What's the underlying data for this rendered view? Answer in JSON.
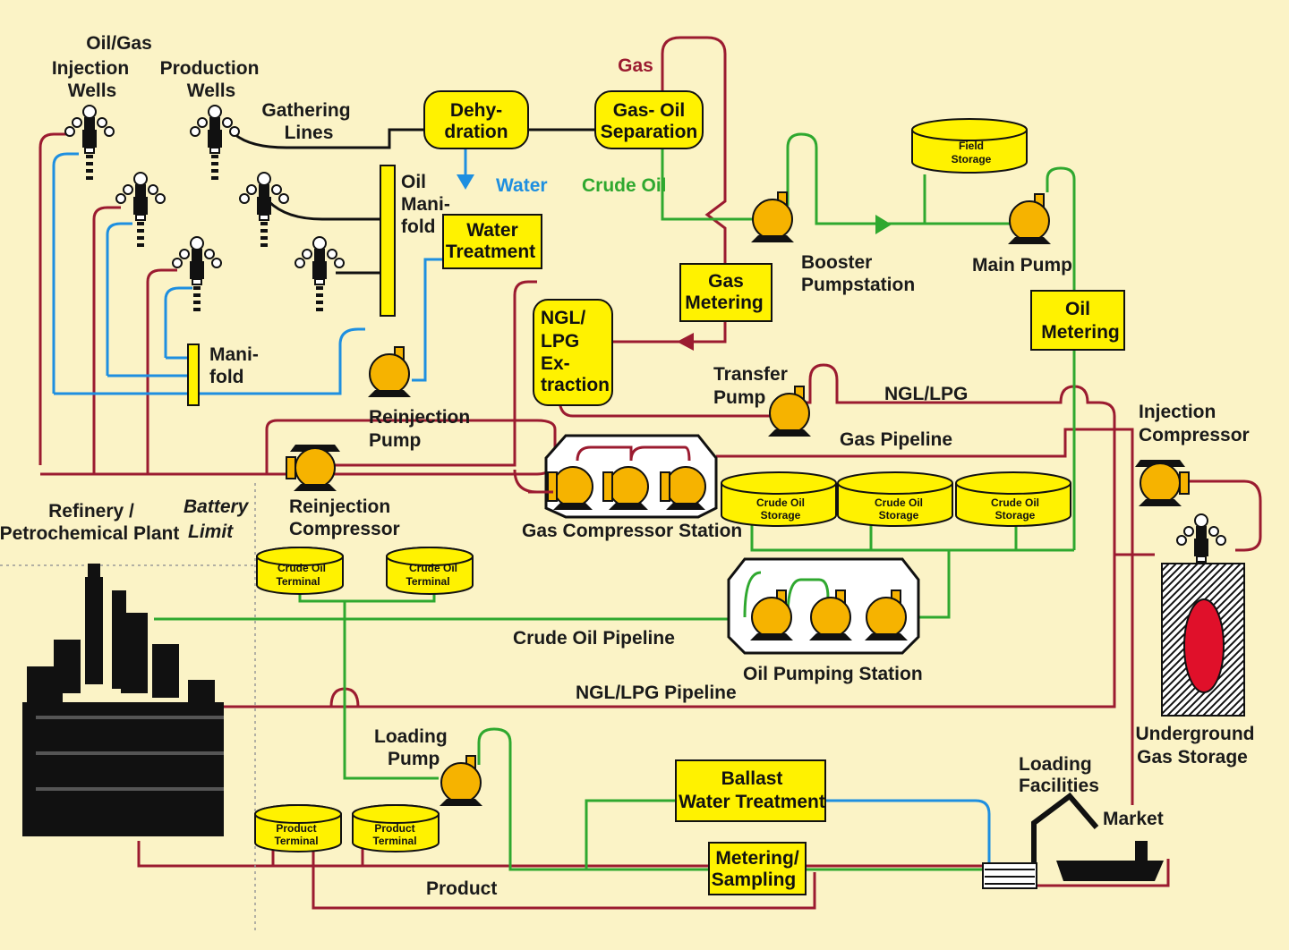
{
  "labels": {
    "oil_gas_injection_wells": [
      "Oil/Gas",
      "Injection",
      "Wells"
    ],
    "production_wells": [
      "Production",
      "Wells"
    ],
    "gathering_lines": [
      "Gathering",
      "Lines"
    ],
    "gas": "Gas",
    "water": "Water",
    "crude_oil": "Crude Oil",
    "oil_manifold": [
      "Oil",
      "Mani-",
      "fold"
    ],
    "manifold": [
      "Mani-",
      "fold"
    ],
    "booster_pumpstation": [
      "Booster",
      "Pumpstation"
    ],
    "main_pump": "Main Pump",
    "transfer_pump": [
      "Transfer",
      "Pump"
    ],
    "ngl_lpg": "NGL/LPG",
    "gas_pipeline": "Gas Pipeline",
    "injection_compressor": [
      "Injection",
      "Compressor"
    ],
    "reinjection_pump": [
      "Reinjection",
      "Pump"
    ],
    "reinjection_compressor": [
      "Reinjection",
      "Compressor"
    ],
    "refinery": [
      "Refinery /",
      "Petrochemical Plant"
    ],
    "battery_limit": [
      "Battery",
      "Limit"
    ],
    "gas_compressor_station": "Gas Compressor Station",
    "crude_oil_pipeline": "Crude Oil Pipeline",
    "oil_pumping_station": "Oil Pumping Station",
    "ngl_lpg_pipeline": "NGL/LPG Pipeline",
    "underground_gas_storage": [
      "Underground",
      "Gas Storage"
    ],
    "loading_pump": [
      "Loading",
      "Pump"
    ],
    "loading_facilities": [
      "Loading",
      "Facilities"
    ],
    "market": "Market",
    "product": "Product"
  },
  "boxes": {
    "dehydration": [
      "Dehy-",
      "dration"
    ],
    "gas_oil_separation": [
      "Gas- Oil",
      "Separation"
    ],
    "water_treatment": [
      "Water",
      "Treatment"
    ],
    "gas_metering": [
      "Gas",
      "Metering"
    ],
    "ngl_lpg_extraction": [
      "NGL/",
      "LPG",
      "Ex-",
      "traction"
    ],
    "oil_metering": [
      "Oil",
      "Metering"
    ],
    "ballast_water_treatment": [
      "Ballast",
      "Water Treatment"
    ],
    "metering_sampling": [
      "Metering/",
      "Sampling"
    ]
  },
  "tanks": {
    "field_storage": [
      "Field",
      "Storage"
    ],
    "crude_oil_storage": [
      "Crude Oil",
      "Storage"
    ],
    "crude_oil_terminal": [
      "Crude Oil",
      "Terminal"
    ],
    "product_terminal": [
      "Product",
      "Terminal"
    ]
  },
  "colors": {
    "background": "#FBF3C6",
    "gas_line": "#9B1B30",
    "water_line": "#1E8FE0",
    "crude_line": "#2FA82F",
    "box_fill": "#FFF200",
    "pump_fill": "#F6B300",
    "gas_reservoir": "#E0102A"
  }
}
